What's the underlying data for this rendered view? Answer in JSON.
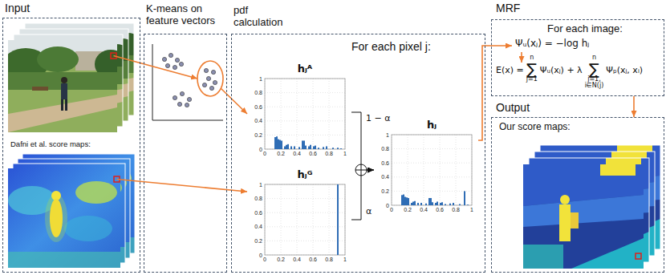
{
  "diagram": {
    "nodes": [
      {
        "text": [
          "Input",
          "Dafni et al. score maps:"
        ]
      },
      {
        "text": [
          "K-means on feature vectors"
        ]
      },
      {
        "text": [
          "pdf calculation",
          "For each pixel j:"
        ]
      },
      {
        "text": [
          "hⱼᴬ",
          "0",
          "0.2",
          "0.4",
          "0.6",
          "0.8",
          "1",
          "0",
          "0.2",
          "0.4",
          "0.6",
          "0.8",
          "1"
        ],
        "in": 2
      },
      {
        "text": [
          "hⱼᴳ",
          "0",
          "0.2",
          "0.4",
          "0.6",
          "0.8",
          "1",
          "0",
          "0.2",
          "0.4",
          "0.6",
          "0.8",
          "1"
        ],
        "in": 2
      },
      {
        "text": [
          "hⱼ",
          "0",
          "0.2",
          "0.4",
          "0.6",
          "0.8",
          "1",
          "0",
          "0.2",
          "0.4",
          "0.6",
          "0.8",
          "1"
        ],
        "in": 2
      },
      {
        "text": [
          "MRF",
          "For each image:",
          "Ψᵤ(xⱼ) = −log hⱼ",
          "E(x) =",
          "∑",
          "n",
          "j=1",
          "Ψᵤ(xⱼ) + λ",
          "∑",
          "n",
          "j=1,",
          "i∈N(j)",
          "Ψₚ(xⱼ, xᵢ)"
        ]
      },
      {
        "text": [
          "Output",
          "Our score maps:"
        ]
      }
    ],
    "edges": [
      {
        "from": 0,
        "to": 1,
        "arrow": "to"
      },
      {
        "from": 1,
        "to": 3,
        "arrow": "to"
      },
      {
        "from": 0,
        "to": 4,
        "arrow": "to"
      },
      {
        "from": 3,
        "to": 5,
        "label": "1 − α",
        "arrow": "to"
      },
      {
        "from": 4,
        "to": 5,
        "label": "α",
        "arrow": "to"
      },
      {
        "from": 5,
        "to": 6,
        "arrow": "to"
      },
      {
        "from": 6,
        "to": 7,
        "arrow": "to"
      }
    ]
  }
}
